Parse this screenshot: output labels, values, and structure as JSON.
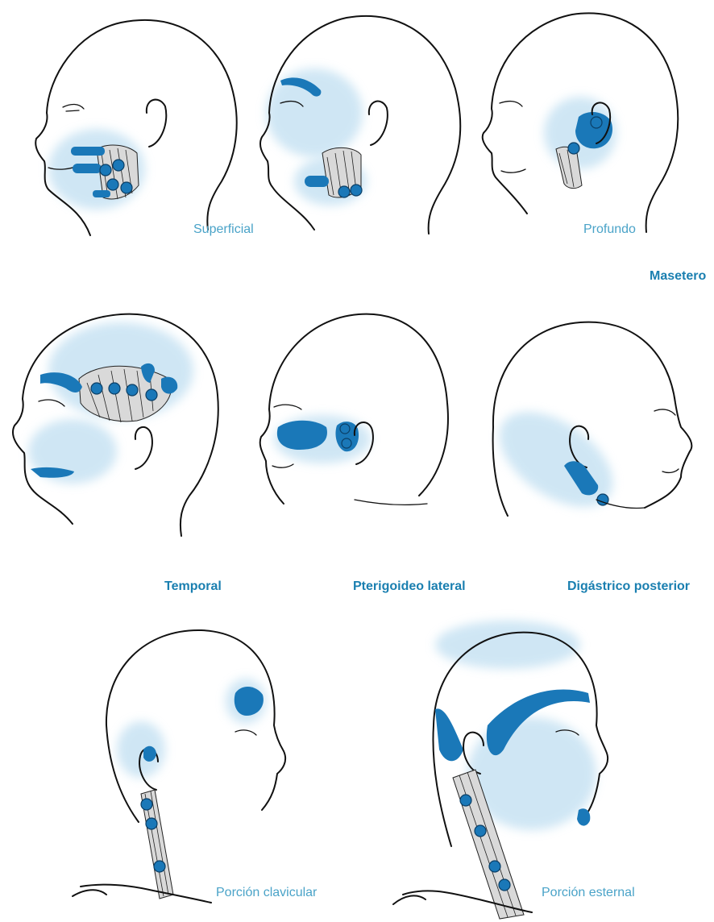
{
  "labels": {
    "superficial": "Superficial",
    "profundo": "Profundo",
    "masetero": "Masetero",
    "temporal": "Temporal",
    "pterigoideo_lateral": "Pterigoideo lateral",
    "digastrico_posterior": "Digástrico posterior",
    "porcion_clavicular": "Porción clavicular",
    "porcion_esternal": "Porción esternal"
  },
  "colors": {
    "label_light": "#4aa3c8",
    "label_bold": "#1a7fb0",
    "pain_zone": "#1a78b8",
    "pain_haze": "#a9d3ec"
  }
}
